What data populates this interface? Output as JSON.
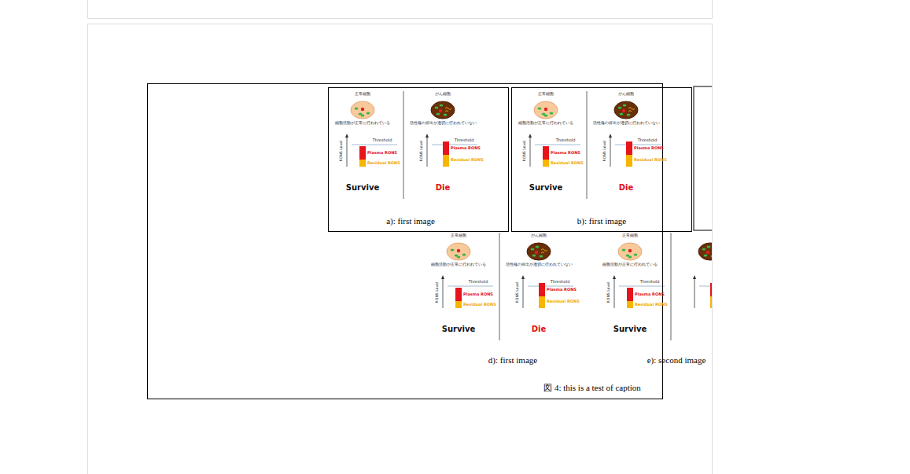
{
  "diagram": {
    "nodes": [
      {
        "text": [
          "図 4: this is a test of caption"
        ]
      },
      {
        "text": [
          "a): first image"
        ],
        "in": 0
      },
      {
        "text": [
          "b): first image"
        ],
        "in": 0
      }
    ],
    "labels": [
      "正常細胞",
      "細胞活動が正常に行われている",
      "Threshold",
      "Plasma RONS",
      "Residual RONS",
      "RONS Level",
      "Survive",
      "がん細胞",
      "活性種の排出が適切に行われていない",
      "Threshold",
      "Plasma RONS",
      "Residual RONS",
      "RONS Level",
      "Die",
      "正常細胞",
      "細胞活動が正常に行われている",
      "Threshold",
      "Plasma RONS",
      "Residual RONS",
      "RONS Level",
      "Survive",
      "がん細胞",
      "活性種の排出が適切に行われていない",
      "Threshold",
      "Plasma RONS",
      "Residual RONS",
      "RONS Level",
      "Die",
      "正常細胞",
      "細胞活動が正常に行われている",
      "Threshold",
      "Plasma RONS",
      "Residual RONS",
      "RONS Level",
      "Survive",
      "がん細胞",
      "活性種の排出が適切に行われていない",
      "Threshold",
      "Plasma RONS",
      "Residual RONS",
      "RONS Level",
      "Die",
      "正常細胞",
      "細胞活動が正常に行われている",
      "Threshold",
      "Plasma RONS",
      "Residual RONS",
      "RONS Level",
      "Survive",
      "d): first image",
      "e): second image"
    ]
  }
}
